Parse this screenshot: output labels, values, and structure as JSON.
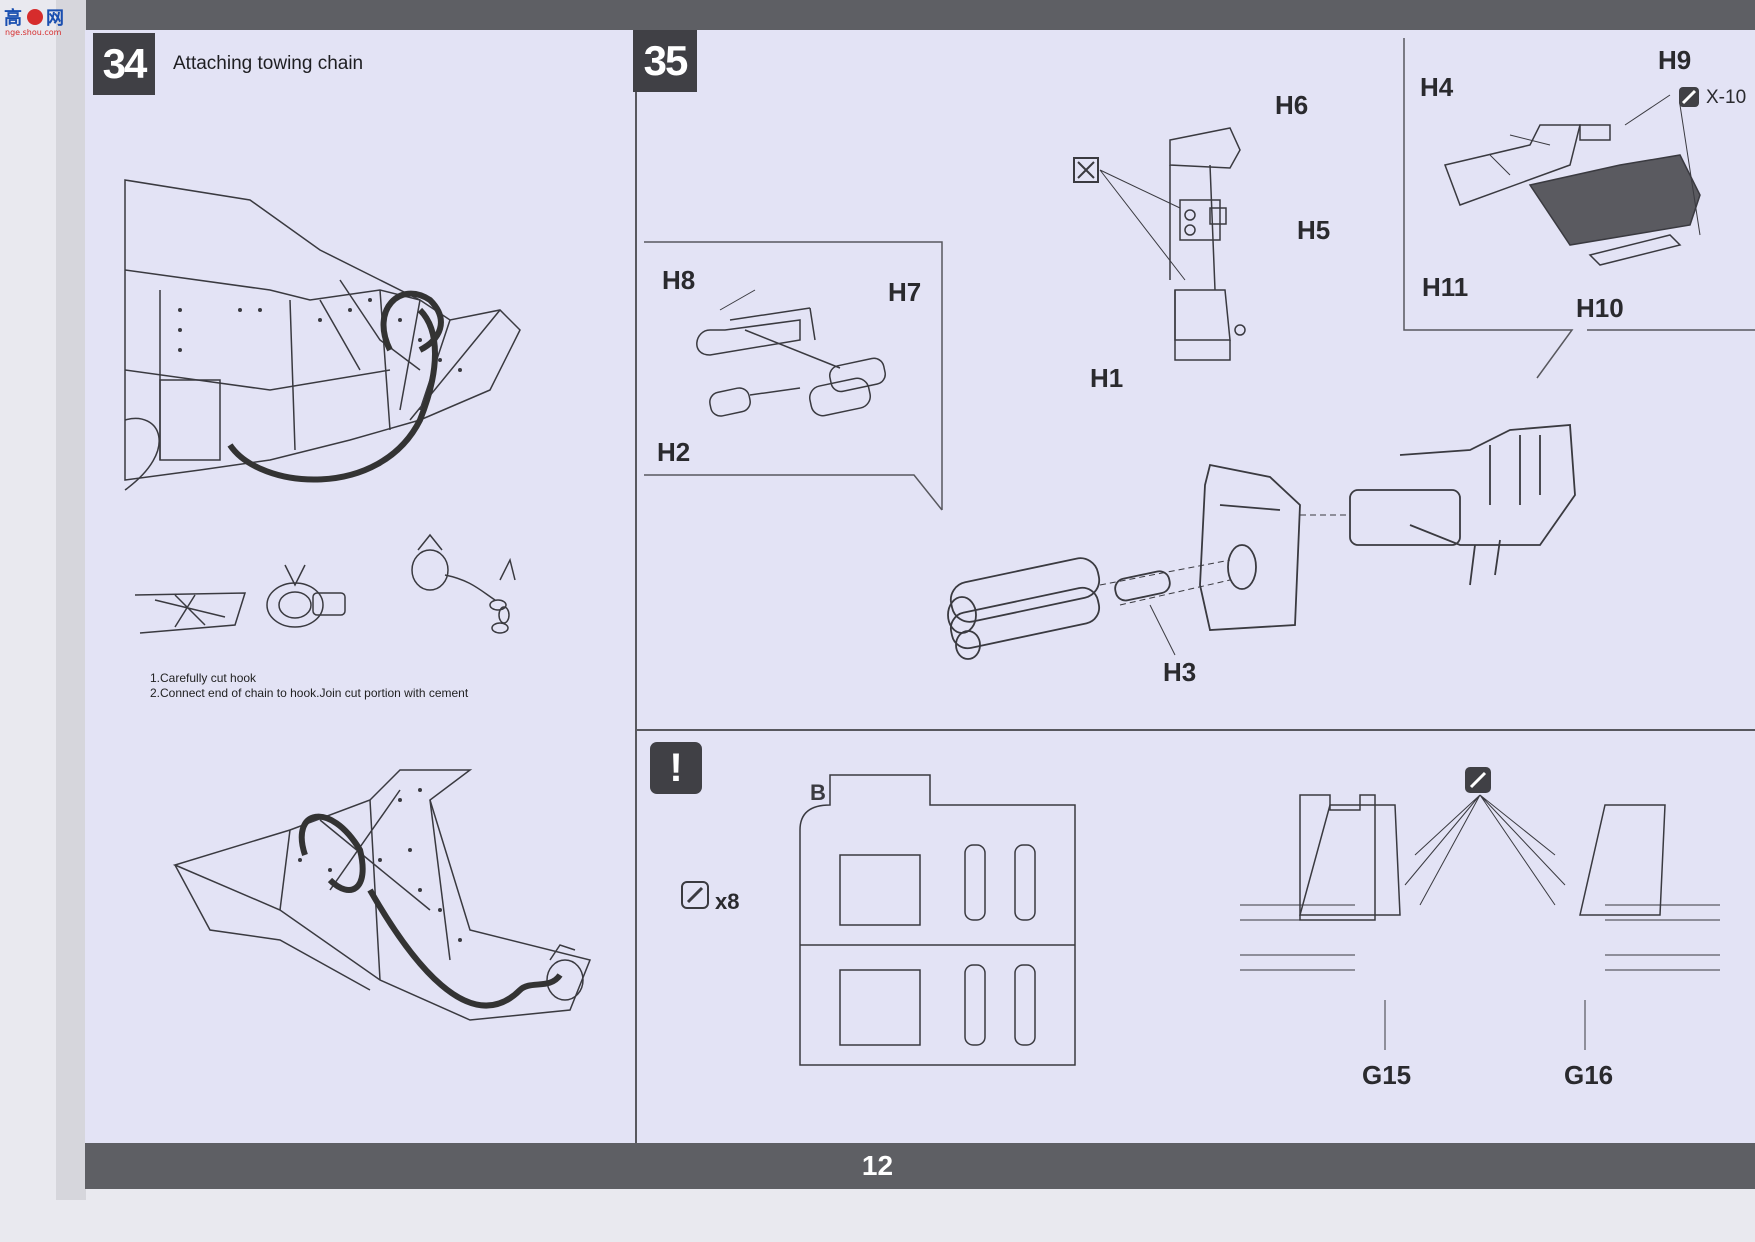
{
  "watermark": {
    "characters": "高 ◎ 网",
    "url": "nge.shou.com"
  },
  "page_number": "12",
  "step34": {
    "number": "34",
    "title": "Attaching towing chain",
    "notes": [
      "1.Carefully cut hook",
      "2.Connect end of chain to hook.Join cut portion with cement"
    ]
  },
  "step35": {
    "number": "35",
    "labels": {
      "H1": "H1",
      "H2": "H2",
      "H3": "H3",
      "H4": "H4",
      "H5": "H5",
      "H6": "H6",
      "H7": "H7",
      "H8": "H8",
      "H9": "H9",
      "H10": "H10",
      "H11": "H11"
    },
    "paint_code": "X-10",
    "sprue_letter": "B",
    "quantity": "x8",
    "warning_symbol": "!",
    "bottom_labels": {
      "G15": "G15",
      "G16": "G16"
    }
  },
  "colors": {
    "band": "#5e5f64",
    "paper": "#e3e3f5",
    "ink": "#2a2a2e",
    "badge": "#404045"
  }
}
